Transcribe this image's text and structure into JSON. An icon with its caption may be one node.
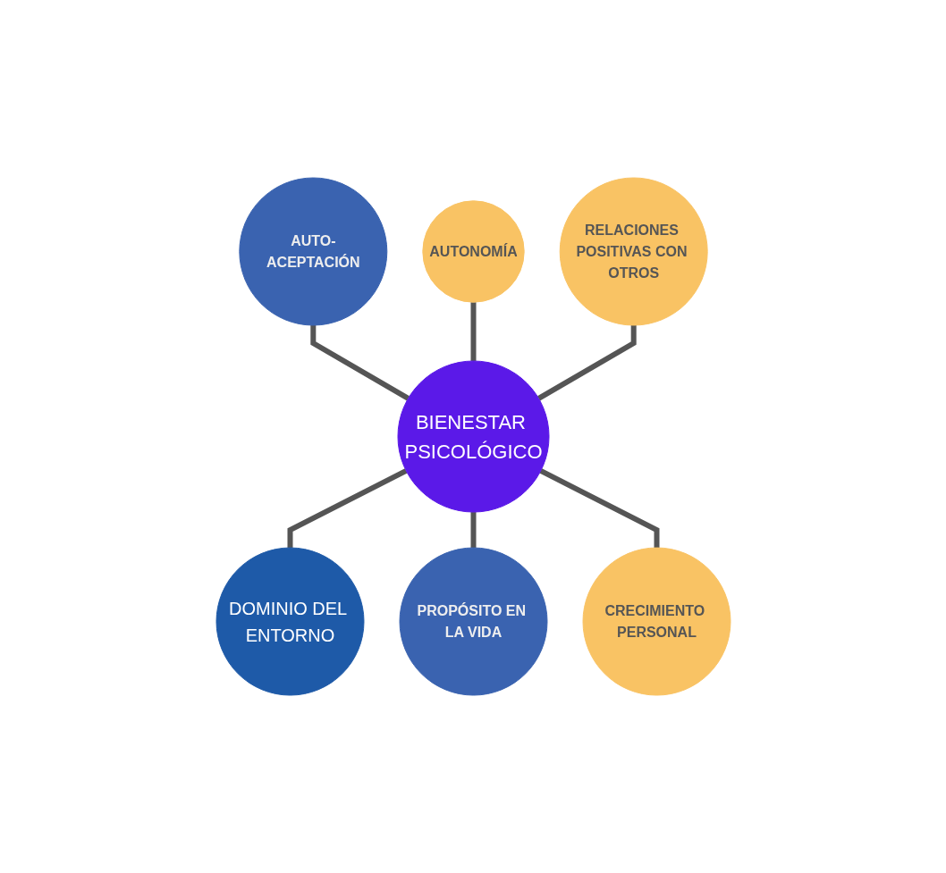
{
  "diagram": {
    "nodes": [
      {
        "text": [
          "AUTO-ACEPTACIÓN"
        ]
      },
      {
        "text": [
          "AUTONOMÍA"
        ]
      },
      {
        "text": [
          "RELACIONES POSITIVAS CON OTROS"
        ]
      },
      {
        "text": [
          "BIENESTAR PSICOLÓGICO"
        ]
      },
      {
        "text": [
          "DOMINIO DEL ENTORNO"
        ]
      },
      {
        "text": [
          "PROPÓSITO EN LA VIDA"
        ]
      },
      {
        "text": [
          "CRECIMIENTO PERSONAL"
        ]
      }
    ],
    "edges": [
      {
        "from": 0,
        "to": 3,
        "arrow": "none"
      },
      {
        "from": 1,
        "to": 3,
        "arrow": "none"
      },
      {
        "from": 2,
        "to": 3,
        "arrow": "none"
      },
      {
        "from": 3,
        "to": 4,
        "arrow": "none"
      },
      {
        "from": 3,
        "to": 5,
        "arrow": "none"
      },
      {
        "from": 3,
        "to": 6,
        "arrow": "none"
      }
    ]
  }
}
